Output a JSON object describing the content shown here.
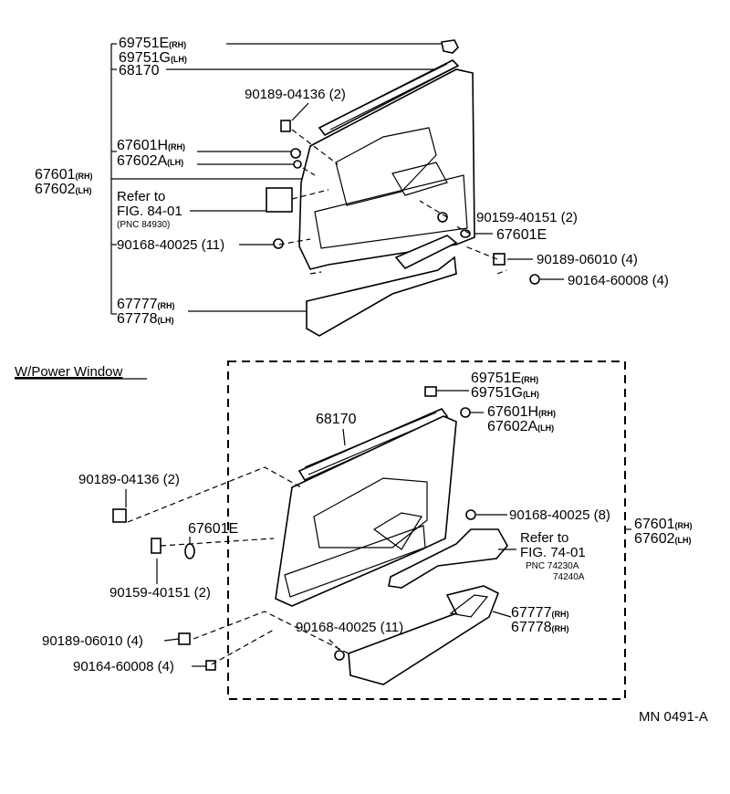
{
  "top": {
    "l1": {
      "num": "69751E",
      "suf": "(RH)"
    },
    "l2": {
      "num": "69751G",
      "suf": "(LH)"
    },
    "l3": "68170",
    "l4": "90189-04136 (2)",
    "l5": {
      "num": "67601H",
      "suf": "(RH)"
    },
    "l6": {
      "num": "67602A",
      "suf": "(LH)"
    },
    "l7": {
      "num": "67601",
      "suf": "(RH)"
    },
    "l8": {
      "num": "67602",
      "suf": "(LH)"
    },
    "refer1": "Refer to",
    "refer2": "FIG. 84-01",
    "refer3": "(PNC 84930)",
    "l9": "90168-40025 (11)",
    "l10": {
      "num": "67777",
      "suf": "(RH)"
    },
    "l11": {
      "num": "67778",
      "suf": "(LH)"
    },
    "r1": "90159-40151 (2)",
    "r2": "67601E",
    "r3": "90189-06010 (4)",
    "r4": "90164-60008 (4)"
  },
  "section_title": "W/Power Window",
  "bottom": {
    "a1": {
      "num": "69751E",
      "suf": "(RH)"
    },
    "a2": {
      "num": "69751G",
      "suf": "(LH)"
    },
    "a3": {
      "num": "67601H",
      "suf": "(RH)"
    },
    "a4": {
      "num": "67602A",
      "suf": "(LH)"
    },
    "a5": "68170",
    "b1": "90189-04136 (2)",
    "b2": "67601E",
    "b3": "90159-40151 (2)",
    "c1": "90168-40025 (8)",
    "c2": {
      "num": "67601",
      "suf": "(RH)"
    },
    "c3": {
      "num": "67602",
      "suf": "(LH)"
    },
    "refer1": "Refer to",
    "refer2": "FIG. 74-01",
    "refer3": "PNC 74230A",
    "refer4": "74240A",
    "d1": "90168-40025 (11)",
    "d2": {
      "num": "67777",
      "suf": "(RH)"
    },
    "d3": {
      "num": "67778",
      "suf": "(RH)"
    },
    "e1": "90189-06010 (4)",
    "e2": "90164-60008 (4)"
  },
  "footer_code": "MN 0491-A"
}
